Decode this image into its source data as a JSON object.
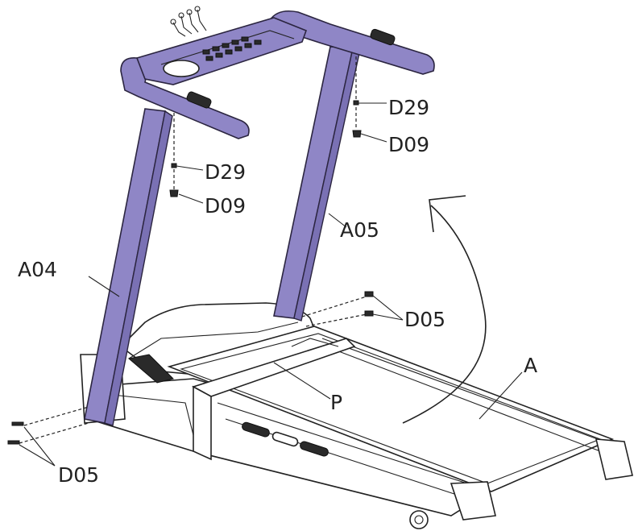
{
  "labels": {
    "d29_right": "D29",
    "d09_right": "D09",
    "d29_left": "D29",
    "d09_left": "D09",
    "a05": "A05",
    "a04": "A04",
    "d05_right": "D05",
    "a": "A",
    "p": "P",
    "d05_left": "D05"
  },
  "colors": {
    "upright_fill": "#8f86c6",
    "outline": "#222222",
    "background": "#ffffff"
  }
}
